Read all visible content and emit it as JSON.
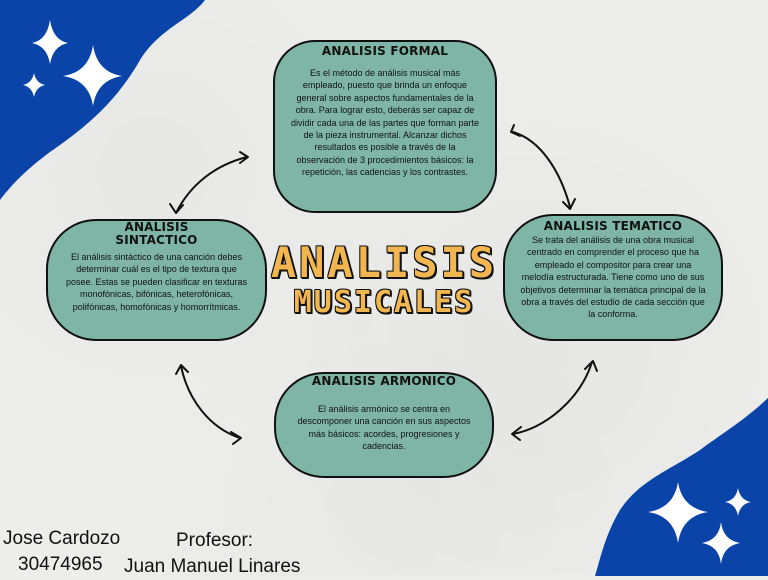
{
  "colors": {
    "corner_blue": "#0a44a8",
    "node_fill": "#7eb5a6",
    "title_gold": "#f2b650",
    "outline": "#111111"
  },
  "title": {
    "line1": "ANALISIS",
    "line2": "MUSICALES"
  },
  "nodes": {
    "formal": {
      "title": "ANALISIS FORMAL",
      "body": "Es el método de análisis musical más empleado, puesto que brinda un enfoque general sobre aspectos fundamentales de la obra. Para lograr esto, deberás ser capaz de dividir cada una de las partes que forman parte de la pieza instrumental. Alcanzar dichos resultados es posible a través de la observación de 3 procedimientos básicos: la repetición, las cadencias y los contrastes."
    },
    "sintactico": {
      "title": "ANALISIS SINTACTICO",
      "body": "El análisis sintáctico de una canción debes determinar cuál es el tipo de textura que posee. Estas se pueden clasificar en texturas monofónicas, bifónicas, heterofónicas, polifónicas, homofónicas y homorrítmicas."
    },
    "tematico": {
      "title": "ANALISIS TEMATICO",
      "body": "Se trata del análisis de una obra musical centrado en comprender el proceso que ha empleado el compositor para crear una melodía estructurada. Tiene como uno de sus objetivos determinar la temática principal de la obra a través del estudio de cada sección que la conforma."
    },
    "armonico": {
      "title": "ANALISIS ARMONICO",
      "body": "El análisis armónico se centra en descomponer una canción en sus aspectos más básicos: acordes, progresiones y cadencias."
    }
  },
  "footer": {
    "student_name": "Jose Cardozo",
    "student_id": "30474965",
    "professor_label": "Profesor:",
    "professor_name": "Juan Manuel Linares"
  },
  "icons": [
    "sparkle-icon",
    "curved-double-arrow-icon"
  ]
}
